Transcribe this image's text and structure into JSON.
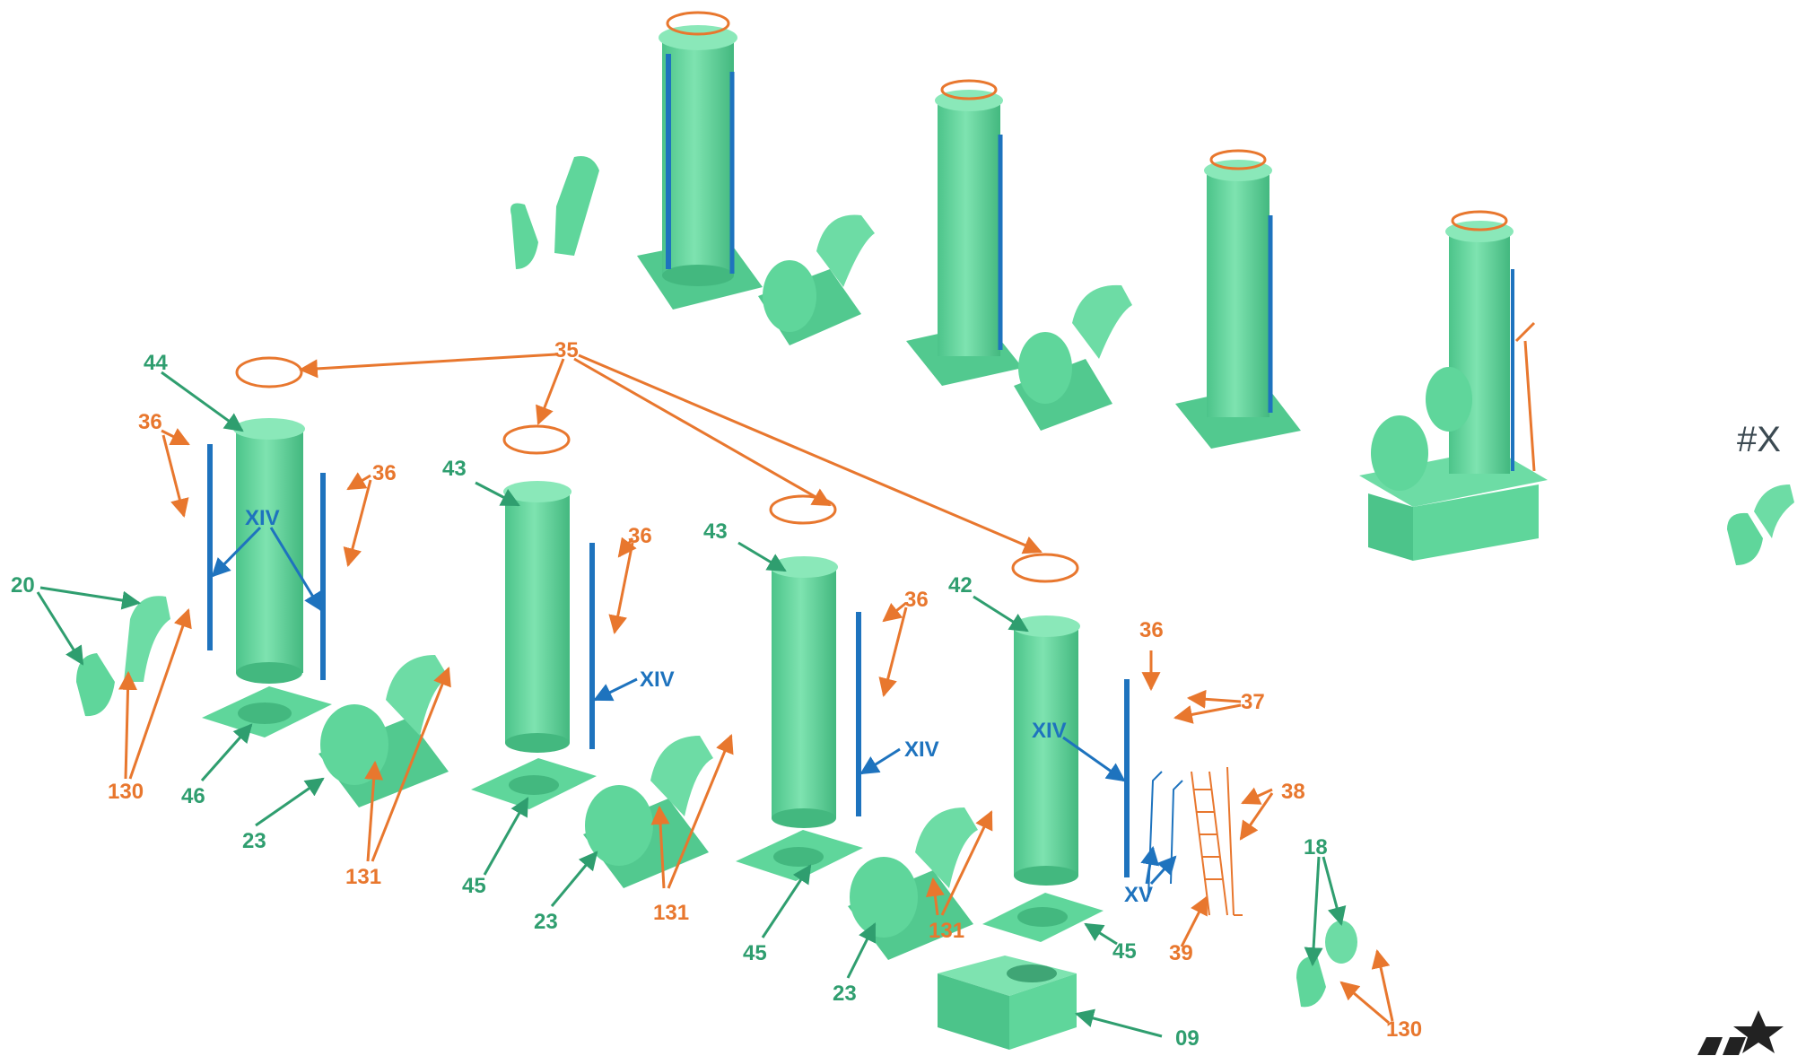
{
  "sheet": {
    "title": "#X"
  },
  "labels": [
    {
      "id": "l35",
      "text": "35"
    },
    {
      "id": "l44",
      "text": "44"
    },
    {
      "id": "l36a",
      "text": "36"
    },
    {
      "id": "l36b",
      "text": "36"
    },
    {
      "id": "l36c",
      "text": "36"
    },
    {
      "id": "l36d",
      "text": "36"
    },
    {
      "id": "l36e",
      "text": "36"
    },
    {
      "id": "l43a",
      "text": "43"
    },
    {
      "id": "l43b",
      "text": "43"
    },
    {
      "id": "l42",
      "text": "42"
    },
    {
      "id": "l20",
      "text": "20"
    },
    {
      "id": "l130a",
      "text": "130"
    },
    {
      "id": "l130b",
      "text": "130"
    },
    {
      "id": "l46",
      "text": "46"
    },
    {
      "id": "l23a",
      "text": "23"
    },
    {
      "id": "l23b",
      "text": "23"
    },
    {
      "id": "l23c",
      "text": "23"
    },
    {
      "id": "l131a",
      "text": "131"
    },
    {
      "id": "l131b",
      "text": "131"
    },
    {
      "id": "l131c",
      "text": "131"
    },
    {
      "id": "l45a",
      "text": "45"
    },
    {
      "id": "l45b",
      "text": "45"
    },
    {
      "id": "l45c",
      "text": "45"
    },
    {
      "id": "l37",
      "text": "37"
    },
    {
      "id": "l38",
      "text": "38"
    },
    {
      "id": "l39",
      "text": "39"
    },
    {
      "id": "l18",
      "text": "18"
    },
    {
      "id": "l09",
      "text": "09"
    },
    {
      "id": "lXIVa",
      "text": "XIV"
    },
    {
      "id": "lXIVb",
      "text": "XIV"
    },
    {
      "id": "lXIVc",
      "text": "XIV"
    },
    {
      "id": "lXIVd",
      "text": "XIV"
    },
    {
      "id": "lXV",
      "text": "XV"
    }
  ],
  "colors": {
    "part": "#5fd69b",
    "part_dark": "#3fb57c",
    "rod": "#1e73be",
    "photoetch": "#e8772e",
    "label_green": "#2f9e6f",
    "label_blue": "#1e73be",
    "label_orange": "#e8772e"
  }
}
